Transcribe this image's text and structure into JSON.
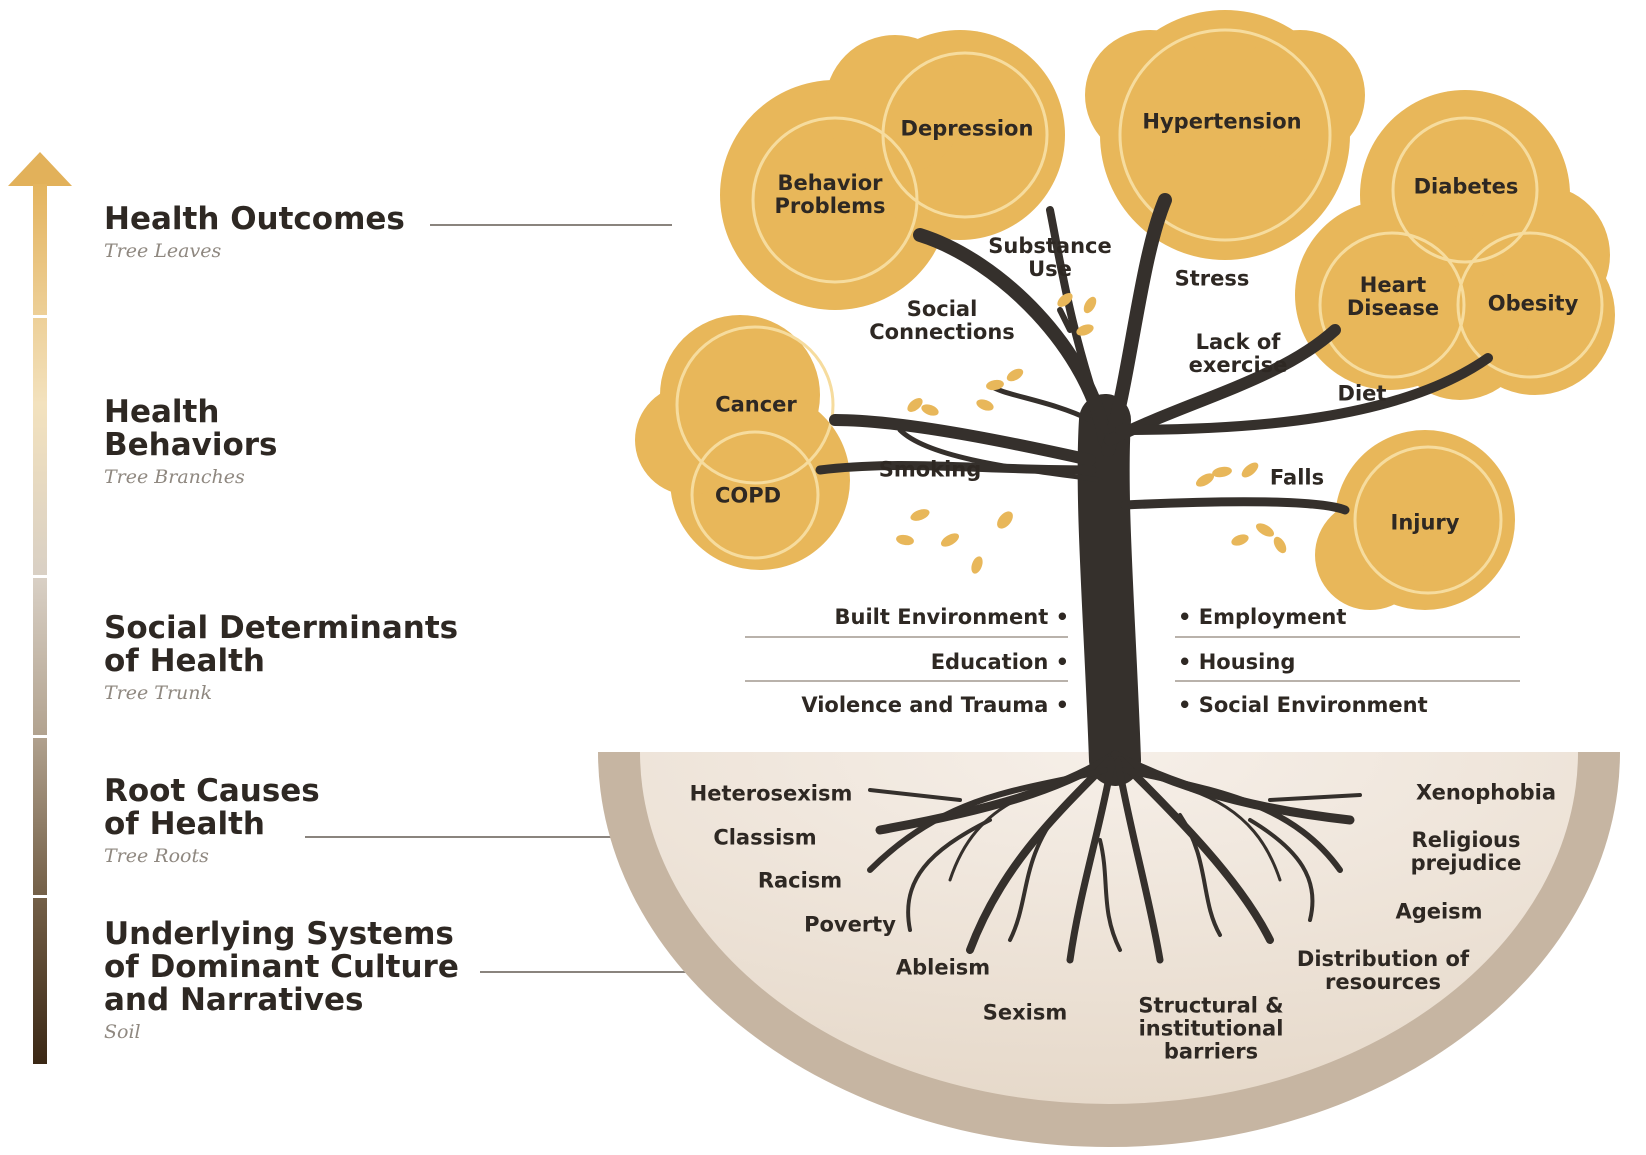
{
  "levels": [
    {
      "title": "Health Outcomes",
      "subtitle": "Tree Leaves"
    },
    {
      "title": "Health\nBehaviors",
      "subtitle": "Tree Branches"
    },
    {
      "title": "Social Determinants\nof Health",
      "subtitle": "Tree Trunk"
    },
    {
      "title": "Root Causes\nof Health",
      "subtitle": "Tree Roots"
    },
    {
      "title": "Underlying Systems\nof Dominant Culture\nand Narratives",
      "subtitle": "Soil"
    }
  ],
  "outcomes": [
    "Depression",
    "Behavior\nProblems",
    "Hypertension",
    "Diabetes",
    "Heart\nDisease",
    "Obesity",
    "Cancer",
    "COPD",
    "Injury"
  ],
  "behaviors": [
    "Substance\nUse",
    "Stress",
    "Social\nConnections",
    "Lack of\nexercise",
    "Diet",
    "Smoking",
    "Falls"
  ],
  "determinants": {
    "left": [
      "Built Environment •",
      "Education •",
      "Violence and Trauma •"
    ],
    "right": [
      "• Employment",
      "• Housing",
      "• Social Environment"
    ]
  },
  "root_causes": [
    "Heterosexism",
    "Classism",
    "Racism",
    "Poverty",
    "Ableism",
    "Sexism",
    "Structural &\ninstitutional\nbarriers",
    "Xenophobia",
    "Religious\nprejudice",
    "Ageism",
    "Distribution of\nresources"
  ],
  "colors": {
    "leaf": "#e8b75a",
    "leaf_ring": "#f6dc9e",
    "trunk": "#35302c",
    "soil_outer": "#c4b3a0",
    "soil_inner": "#efe4d8",
    "arrow_top": "#e2b15a",
    "arrow_bottom": "#3c2a18"
  }
}
